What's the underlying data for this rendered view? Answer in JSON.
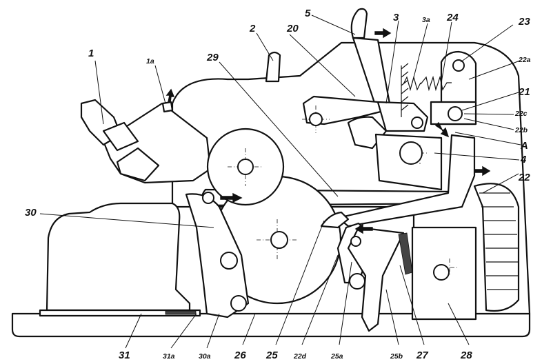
{
  "labels": {
    "l1": "1",
    "l1a": "1a",
    "l2": "2",
    "l5": "5",
    "l3": "3",
    "l3a": "3a",
    "l24": "24",
    "l23": "23",
    "l20": "20",
    "l29": "29",
    "l22a": "22a",
    "l21": "21",
    "l22c": "22c",
    "l22b": "22b",
    "lA": "A",
    "l4": "4",
    "l22": "22",
    "l30": "30",
    "l31": "31",
    "l31a": "31a",
    "l30a": "30a",
    "l26": "26",
    "l25": "25",
    "l22d": "22d",
    "l25a": "25a",
    "l25b": "25b",
    "l27": "27",
    "l28": "28"
  }
}
